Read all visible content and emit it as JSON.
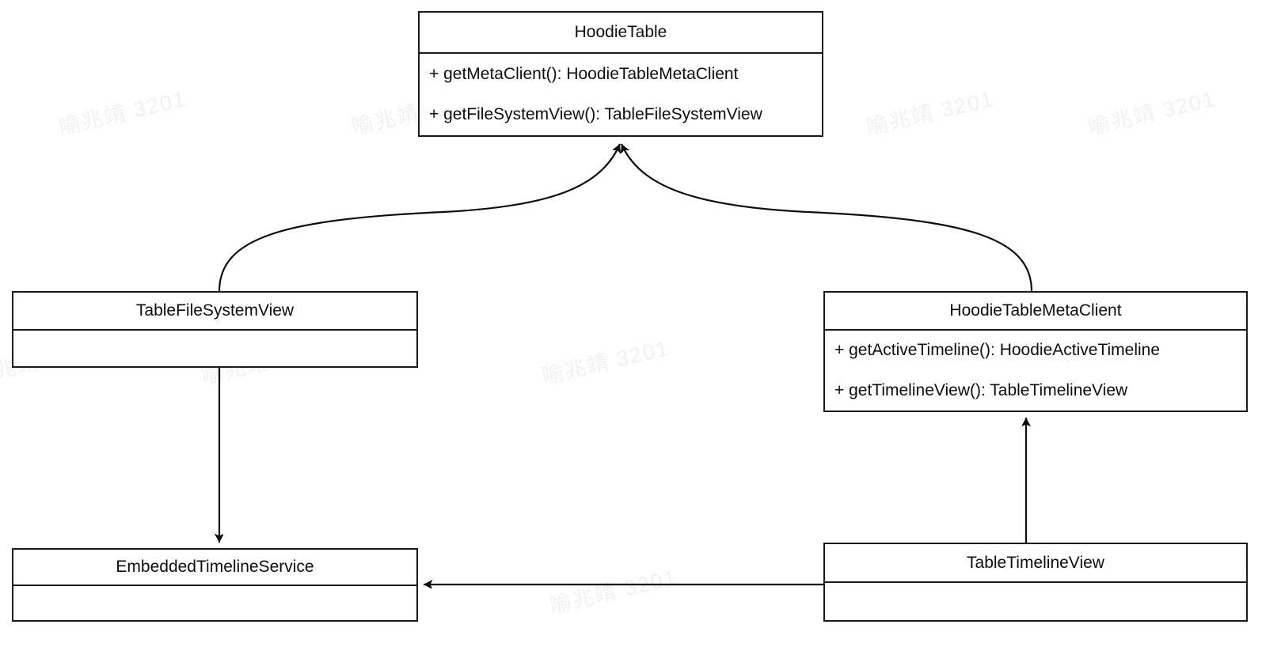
{
  "diagram": {
    "kind": "uml-class-diagram",
    "title": "Hoodie Table UML class diagram",
    "background_color": "#ffffff",
    "line_color": "#1a1a1a",
    "text_color": "#0d0d0d"
  },
  "classes": [
    {
      "id": "hoodie-table",
      "name": "HoodieTable",
      "members": [
        "+ getMetaClient(): HoodieTableMetaClient",
        "+ getFileSystemView(): TableFileSystemView"
      ]
    },
    {
      "id": "table-file-system-view",
      "name": "TableFileSystemView",
      "members": []
    },
    {
      "id": "hoodie-table-meta-client",
      "name": "HoodieTableMetaClient",
      "members": [
        "+ getActiveTimeline(): HoodieActiveTimeline",
        "+ getTimelineView(): TableTimelineView"
      ]
    },
    {
      "id": "embedded-timeline-service",
      "name": "EmbeddedTimelineService",
      "members": []
    },
    {
      "id": "table-timeline-view",
      "name": "TableTimelineView",
      "members": []
    }
  ],
  "relationships": [
    {
      "id": "rel-fsv-to-table",
      "from": "TableFileSystemView",
      "to": "HoodieTable",
      "type": "generalization",
      "arrow": "filled-open-arrow",
      "routing": "curved"
    },
    {
      "id": "rel-meta-to-table",
      "from": "HoodieTableMetaClient",
      "to": "HoodieTable",
      "type": "generalization",
      "arrow": "filled-open-arrow",
      "routing": "curved"
    },
    {
      "id": "rel-fsv-to-ets",
      "from": "TableFileSystemView",
      "to": "EmbeddedTimelineService",
      "type": "association",
      "arrow": "filled-open-arrow",
      "routing": "straight-vertical"
    },
    {
      "id": "rel-ttv-to-meta",
      "from": "TableTimelineView",
      "to": "HoodieTableMetaClient",
      "type": "association",
      "arrow": "filled-open-arrow",
      "routing": "straight-vertical"
    },
    {
      "id": "rel-ttv-to-ets",
      "from": "TableTimelineView",
      "to": "EmbeddedTimelineService",
      "type": "association",
      "arrow": "filled-open-arrow",
      "routing": "straight-horizontal"
    }
  ],
  "watermark": {
    "text": "喻兆靖 3201",
    "color": "#f1f1f1",
    "rotation_degrees": -13
  }
}
